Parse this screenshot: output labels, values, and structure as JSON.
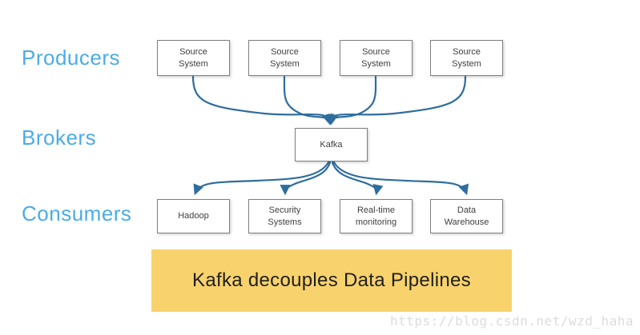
{
  "diagram": {
    "row_labels": {
      "producers": "Producers",
      "brokers": "Brokers",
      "consumers": "Consumers"
    },
    "producers": {
      "boxes": [
        {
          "label": "Source System"
        },
        {
          "label": "Source System"
        },
        {
          "label": "Source System"
        },
        {
          "label": "Source System"
        }
      ]
    },
    "broker": {
      "label": "Kafka"
    },
    "consumers": {
      "boxes": [
        {
          "label": "Hadoop"
        },
        {
          "label": "Security Systems"
        },
        {
          "label": "Real-time monitoring"
        },
        {
          "label": "Data Warehouse"
        }
      ]
    },
    "banner": {
      "text": "Kafka decouples Data Pipelines"
    },
    "watermark": "https://blog.csdn.net/wzd_haha",
    "colors": {
      "label_blue": "#4BACE5",
      "arrow_blue": "#2E6D9E",
      "banner_yellow": "#F8D26C",
      "box_border": "#7F7F7F",
      "box_text": "#3F3F3F"
    }
  }
}
